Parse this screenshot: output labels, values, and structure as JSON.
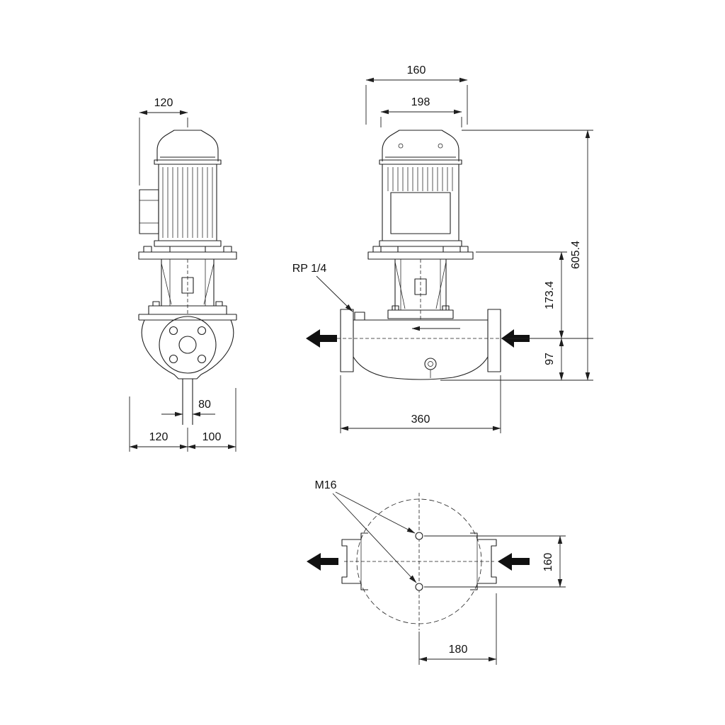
{
  "colors": {
    "background": "#ffffff",
    "line": "#1f1f1f"
  },
  "front_view": {
    "dim_fan_cover": "120",
    "dim_drain": "80",
    "dim_left_of_center": "120",
    "dim_right_of_center": "100"
  },
  "side_view": {
    "dim_cover": "160",
    "dim_motor_width": "198",
    "dim_total_height": "605.4",
    "dim_plate_to_port": "173.4",
    "dim_port_to_base": "97",
    "dim_port_to_port": "360",
    "label_gauge_port": "RP 1/4"
  },
  "plan_view": {
    "label_bolt_size": "M16",
    "dim_bolt_spacing": "160",
    "dim_center_to_flange": "180"
  }
}
